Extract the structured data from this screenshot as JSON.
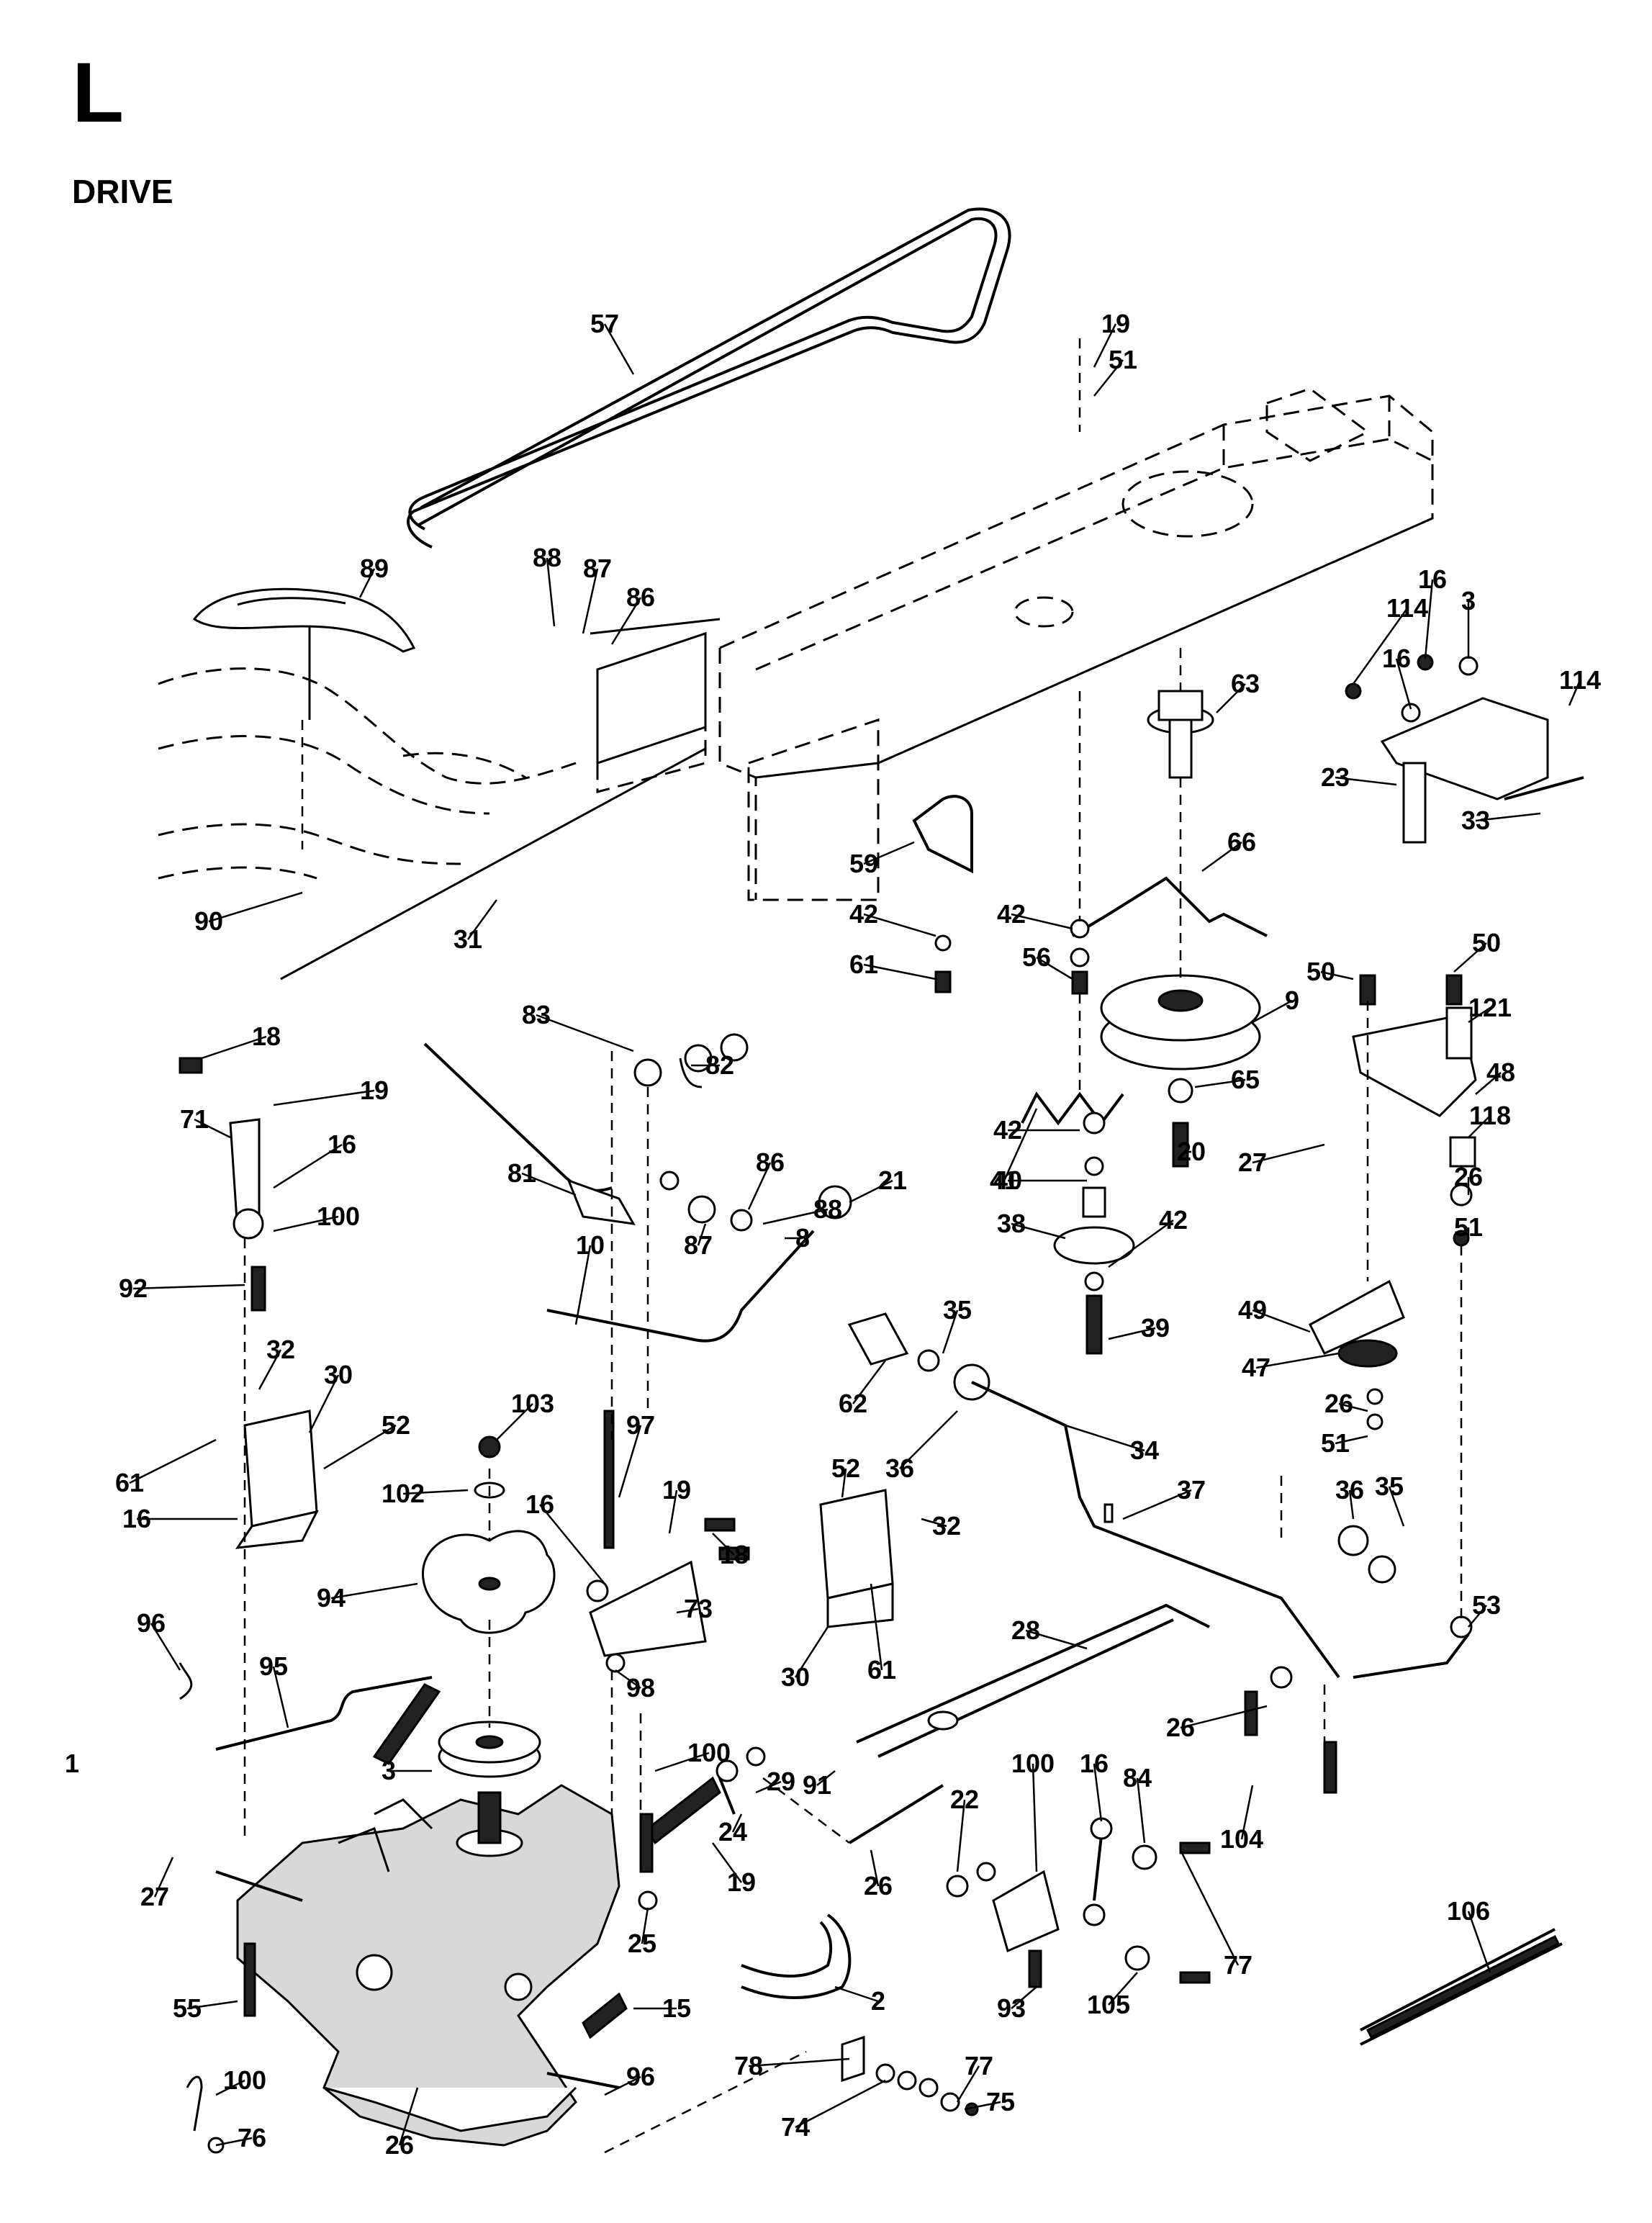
{
  "page": {
    "section_letter": "L",
    "section_title": "DRIVE"
  },
  "callouts": [
    "57",
    "19",
    "51",
    "89",
    "88",
    "87",
    "86",
    "63",
    "16",
    "114",
    "3",
    "114",
    "16",
    "23",
    "33",
    "59",
    "42",
    "61",
    "66",
    "42",
    "56",
    "9",
    "90",
    "31",
    "50",
    "50",
    "121",
    "48",
    "18",
    "83",
    "82",
    "19",
    "71",
    "16",
    "81",
    "41",
    "42",
    "40",
    "65",
    "20",
    "27",
    "118",
    "26",
    "51",
    "86",
    "88",
    "87",
    "21",
    "8",
    "38",
    "42",
    "100",
    "92",
    "10",
    "39",
    "49",
    "47",
    "26",
    "51",
    "35",
    "62",
    "36",
    "34",
    "32",
    "30",
    "103",
    "61",
    "52",
    "16",
    "102",
    "97",
    "52",
    "16",
    "19",
    "32",
    "18",
    "36",
    "35",
    "37",
    "94",
    "73",
    "30",
    "61",
    "53",
    "96",
    "95",
    "98",
    "28",
    "26",
    "3",
    "100",
    "29",
    "91",
    "24",
    "19",
    "25",
    "26",
    "22",
    "16",
    "84",
    "100",
    "104",
    "27",
    "77",
    "106",
    "55",
    "15",
    "2",
    "93",
    "105",
    "100",
    "96",
    "77",
    "78",
    "74",
    "75",
    "76",
    "26",
    "1"
  ]
}
